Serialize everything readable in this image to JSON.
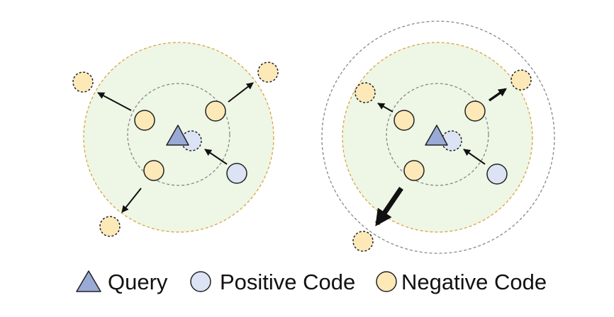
{
  "legend": {
    "query_label": "Query",
    "positive_label": "Positive Code",
    "negative_label": "Negative Code"
  },
  "colors": {
    "field_fill": "#eef6e6",
    "field_border": "#d9a441",
    "negative_fill": "#fde9b8",
    "positive_fill": "#dbe3f4",
    "query_fill": "#9aaad6",
    "dashed_ring": "#888888",
    "outline": "#222222"
  },
  "icons": {
    "query": "triangle-icon",
    "positive": "circle-icon",
    "negative": "circle-icon"
  }
}
